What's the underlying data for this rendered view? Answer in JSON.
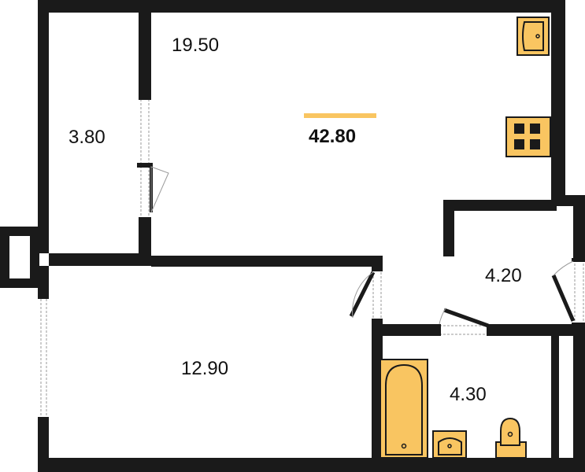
{
  "plan": {
    "total_area": "42.80",
    "rooms": {
      "main_room": "19.50",
      "balcony": "3.80",
      "bedroom": "12.90",
      "hall": "4.20",
      "bathroom": "4.30"
    },
    "colors": {
      "wall": "#1a1a1a",
      "fixture_fill": "#f9c561",
      "accent_bar": "#f9c561",
      "background": "#ffffff",
      "door_dash": "#9a9a9a"
    }
  }
}
